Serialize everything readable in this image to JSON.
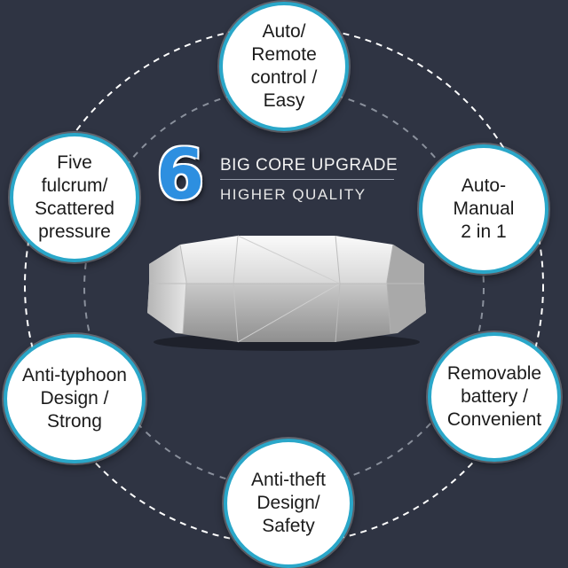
{
  "headline": {
    "number": "6",
    "line1": "BIG CORE UPGRADE",
    "line2": "HIGHER QUALITY",
    "number_color": "#2d8fe0"
  },
  "features": [
    {
      "text": "Auto/\nRemote\ncontrol /\nEasy"
    },
    {
      "text": "Five\nfulcrum/\nScattered\npressure"
    },
    {
      "text": "Auto-\nManual\n2 in 1"
    },
    {
      "text": "Anti-typhoon\nDesign /\nStrong"
    },
    {
      "text": "Removable\nbattery /\nConvenient"
    },
    {
      "text": "Anti-theft\nDesign/\nSafety"
    }
  ],
  "colors": {
    "background": "#2f3443",
    "bubble_border": "#2aa7c9",
    "bubble_fill": "#ffffff"
  }
}
